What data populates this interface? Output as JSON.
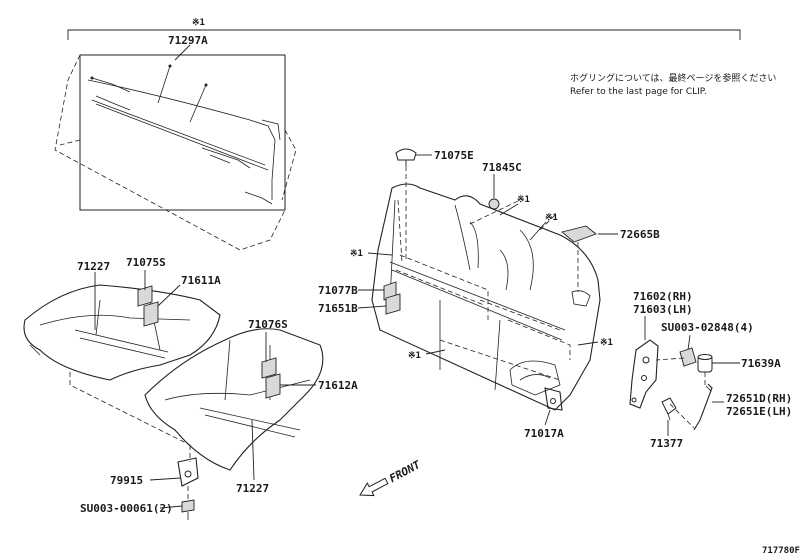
{
  "labels": {
    "ref_mark_top": "※1",
    "ref_mark_a": "※1",
    "ref_mark_b": "※1",
    "ref_mark_c": "※1",
    "ref_mark_d": "※1",
    "ref_mark_e": "※1",
    "p71297A": "71297A",
    "p71075E": "71075E",
    "p71845C": "71845C",
    "p72665B": "72665B",
    "p71077B": "71077B",
    "p71651B": "71651B",
    "p71602": "71602(RH)",
    "p71603": "71603(LH)",
    "pSU003_02848": "SU003-02848(4)",
    "p71639A": "71639A",
    "p72651D": "72651D(RH)",
    "p72651E": "72651E(LH)",
    "p71377": "71377",
    "p71017A": "71017A",
    "p71075S": "71075S",
    "p71227_top": "71227",
    "p71611A": "71611A",
    "p71076S": "71076S",
    "p71612A": "71612A",
    "p71227_bottom": "71227",
    "p79915": "79915",
    "pSU003_00061": "SU003-00061(2)",
    "front": "FRONT",
    "diagram_id": "717780F"
  },
  "notes": {
    "clip_jp": "ホグリングについては、最終ページを参照ください",
    "clip_en": "Refer to the last page for CLIP."
  }
}
